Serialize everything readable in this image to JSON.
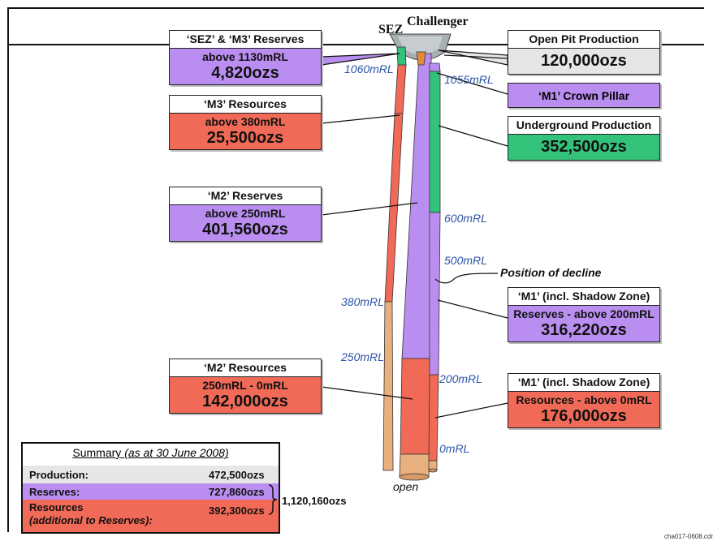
{
  "top": {
    "sez": "SEZ",
    "challenger": "Challenger"
  },
  "boxes": {
    "sez_m3": {
      "title": "‘SEZ’ & ‘M3’ Reserves",
      "sub": "above 1130mRL",
      "value": "4,820ozs"
    },
    "m3_res": {
      "title": "‘M3’ Resources",
      "sub": "above 380mRL",
      "value": "25,500ozs"
    },
    "m2_rsv": {
      "title": "‘M2’ Reserves",
      "sub": "above 250mRL",
      "value": "401,560ozs"
    },
    "m2_res": {
      "title": "‘M2’ Resources",
      "sub": "250mRL - 0mRL",
      "value": "142,000ozs"
    },
    "open_pit": {
      "title": "Open Pit Production",
      "value": "120,000ozs"
    },
    "m1_crown": {
      "title": "‘M1’ Crown Pillar"
    },
    "ug_prod": {
      "title": "Underground Production",
      "value": "352,500ozs"
    },
    "m1_rsv": {
      "title": "‘M1’ (incl. Shadow Zone)",
      "sub": "Reserves - above 200mRL",
      "value": "316,220ozs"
    },
    "m1_res": {
      "title": "‘M1’ (incl. Shadow Zone)",
      "sub": "Resources - above 0mRL",
      "value": "176,000ozs"
    }
  },
  "levels": {
    "l1060": "1060mRL",
    "l1055": "1055mRL",
    "l600": "600mRL",
    "l500": "500mRL",
    "l380": "380mRL",
    "l250": "250mRL",
    "l200": "200mRL",
    "l0": "0mRL"
  },
  "decline_label": "Position of decline",
  "open_label": "open",
  "summary": {
    "title": "Summary",
    "date": "(as at 30 June 2008)",
    "production_label": "Production:",
    "production_value": "472,500ozs",
    "reserves_label": "Reserves:",
    "reserves_value": "727,860ozs",
    "resources_label": "Resources",
    "resources_note": "(additional to Reserves):",
    "resources_value": "392,300ozs",
    "total": "1,120,160ozs"
  },
  "footer_code": "cha017-0608.cdr",
  "colors": {
    "purple": "#b98ef0",
    "red": "#f06a57",
    "green": "#33c27a",
    "tan": "#e8b07e",
    "grey": "#e6e6e6",
    "label_blue": "#2c53a8"
  }
}
